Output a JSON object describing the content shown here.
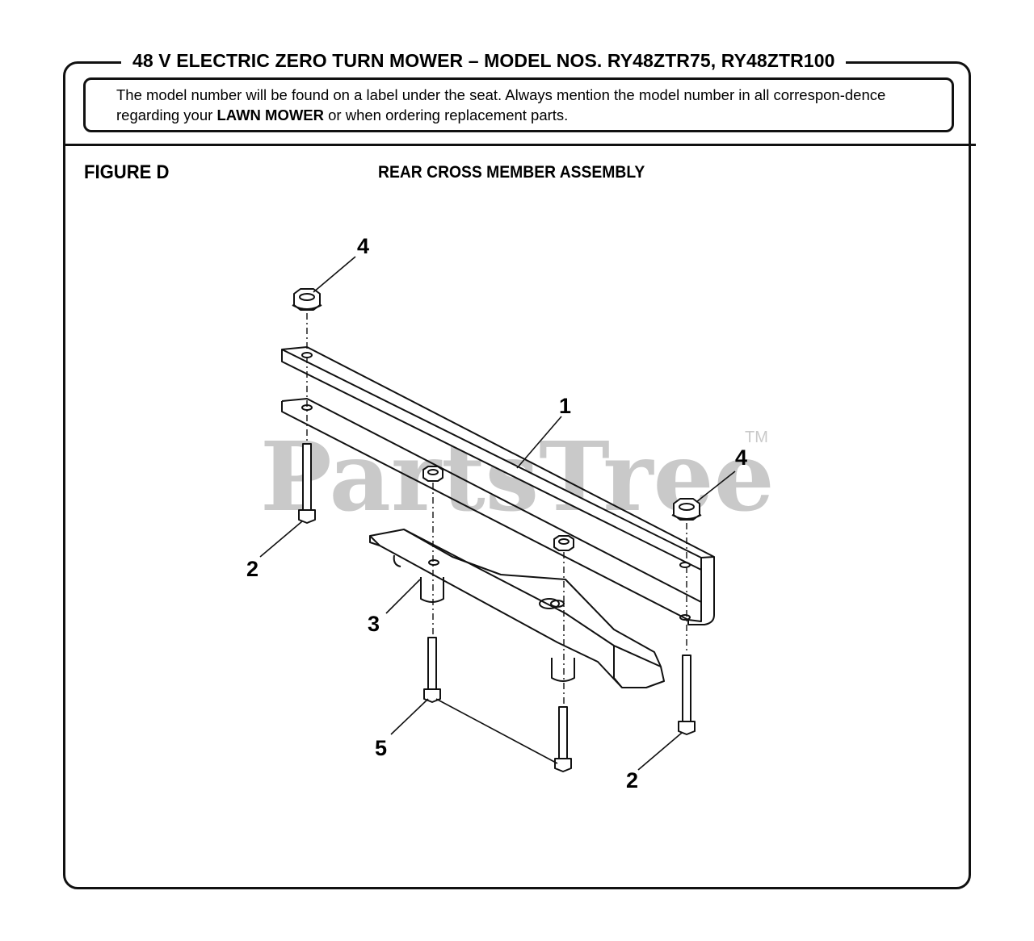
{
  "header": {
    "title": "48 V ELECTRIC ZERO TURN MOWER – MODEL NOS. RY48ZTR75, RY48ZTR100"
  },
  "notice": {
    "text_before": "The model number will be found on a label under the seat. Always mention the model number in all correspon-dence regarding your ",
    "emphasis": "LAWN MOWER",
    "text_after": " or when ordering replacement parts."
  },
  "figure": {
    "label": "FIGURE D",
    "title": "REAR CROSS MEMBER ASSEMBLY"
  },
  "callouts": {
    "top_left_nut": "4",
    "right_nut": "4",
    "cross_member": "1",
    "left_bolt": "2",
    "right_bolt": "2",
    "bracket": "3",
    "short_bolts": "5"
  },
  "watermark": {
    "text": "PartsTree",
    "tm": "TM"
  }
}
